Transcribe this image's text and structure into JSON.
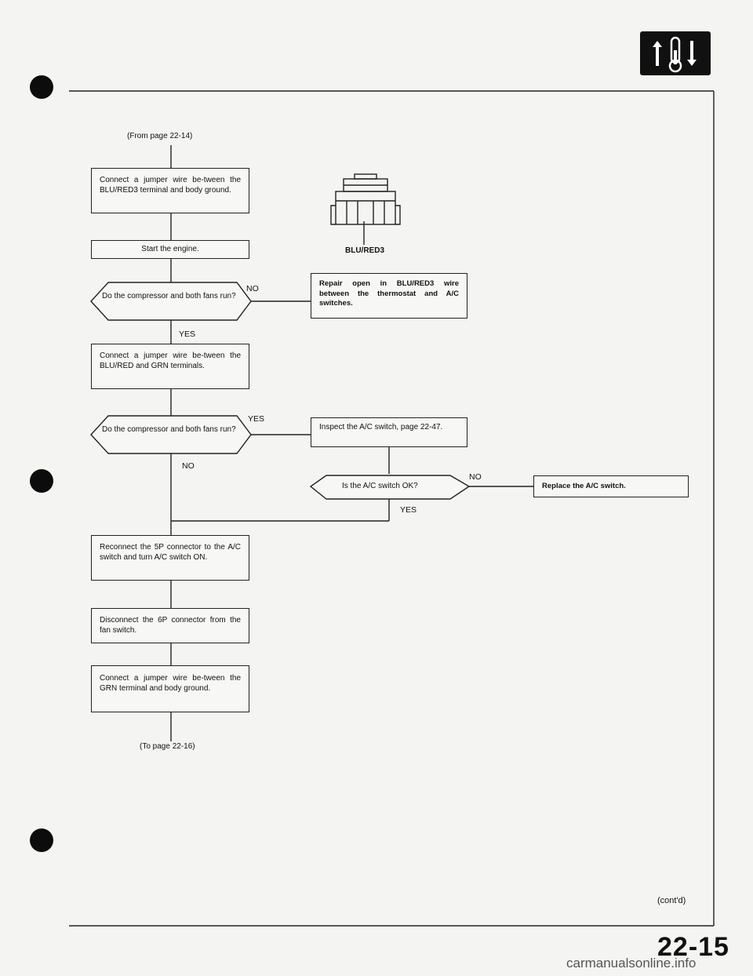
{
  "header": {
    "from_page": "(From page 22-14)",
    "to_page": "(To page 22-16)",
    "contd": "(cont'd)"
  },
  "steps": {
    "s1": "Connect a jumper wire be-tween the BLU/RED3 terminal and body ground.",
    "s2": "Start the engine.",
    "q1": "Do the compressor and both fans run?",
    "r1": "Repair open in BLU/RED3 wire between the thermostat and A/C switches.",
    "s3": "Connect a jumper wire be-tween the BLU/RED and GRN terminals.",
    "q2": "Do the compressor and both fans run?",
    "s4": "Inspect the A/C switch, page 22-47.",
    "q3": "Is the A/C switch OK?",
    "r2": "Replace the A/C switch.",
    "s5": "Reconnect the 5P connector to the A/C switch and turn A/C switch ON.",
    "s6": "Disconnect the 6P connector from the fan switch.",
    "s7": "Connect a jumper wire be-tween the GRN terminal and body ground."
  },
  "labels": {
    "no1": "NO",
    "yes1": "YES",
    "yes2": "YES",
    "no2": "NO",
    "no3": "NO",
    "yes3": "YES"
  },
  "connector": {
    "wire_label": "BLU/RED3"
  },
  "footer": {
    "page_number": "22-15",
    "watermark": "carmanualsonline.info"
  }
}
